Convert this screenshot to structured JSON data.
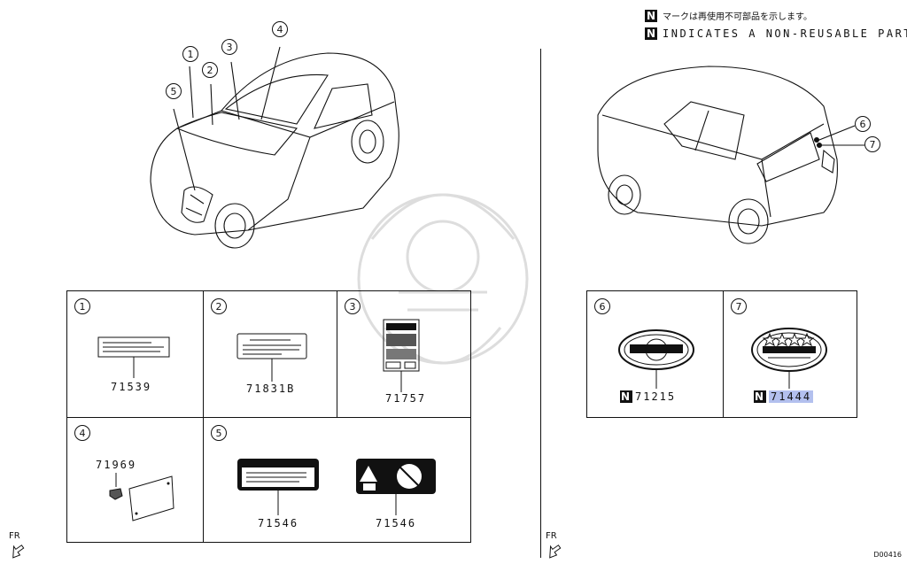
{
  "legend": {
    "badge": "N",
    "text_jp": "マークは再使用不可部品を示します。",
    "text_en": "INDICATES A NON-REUSABLE PART."
  },
  "callouts": [
    "1",
    "2",
    "3",
    "4",
    "5",
    "6",
    "7"
  ],
  "parts": [
    {
      "ref": "1",
      "part_no": "71539",
      "non_reusable": false
    },
    {
      "ref": "2",
      "part_no": "71831B",
      "non_reusable": false
    },
    {
      "ref": "3",
      "part_no": "71757",
      "non_reusable": false
    },
    {
      "ref": "4",
      "part_no": "71969",
      "non_reusable": false
    },
    {
      "ref": "5",
      "part_no": "71546",
      "part_no_2": "71546",
      "non_reusable": false
    },
    {
      "ref": "6",
      "part_no": "71215",
      "non_reusable": true
    },
    {
      "ref": "7",
      "part_no": "71444",
      "non_reusable": true,
      "highlighted": true
    }
  ],
  "front_marker": "FR",
  "diagram_code": "D00416",
  "colors": {
    "line": "#111111",
    "highlight": "#b3c0ee",
    "watermark": "#dddddd"
  }
}
